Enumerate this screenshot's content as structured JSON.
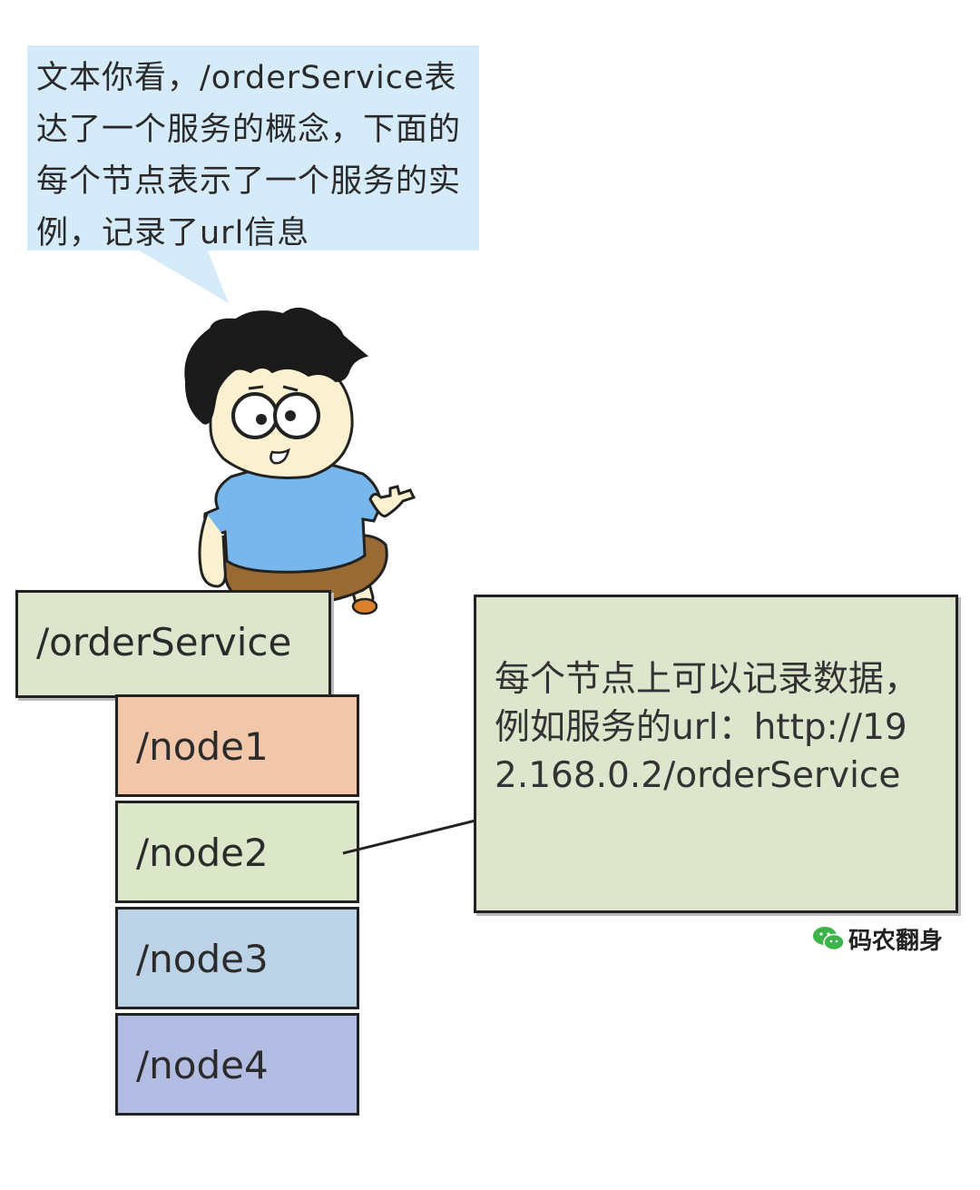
{
  "bubble": {
    "text": "文本你看，/orderService表达了一个服务的概念，下面的每个节点表示了一个服务的实例，记录了url信息"
  },
  "tree": {
    "root_label": "/orderService",
    "nodes": [
      {
        "label": "/node1",
        "color": "#f2c6a9"
      },
      {
        "label": "/node2",
        "color": "#dce6c9"
      },
      {
        "label": "/node3",
        "color": "#bcd2e6"
      },
      {
        "label": "/node4",
        "color": "#b3bce3"
      }
    ]
  },
  "note": {
    "text": "每个节点上可以记录数据，例如服务的url：http://192.168.0.2/orderService"
  },
  "brand": {
    "name": "码农翻身",
    "icon": "wechat-icon"
  },
  "colors": {
    "bubble": "#d6ebf9",
    "box_fill": "#dde6cc",
    "shirt": "#78b7ec",
    "shorts": "#9a6a34",
    "skin": "#fbf1d0"
  }
}
